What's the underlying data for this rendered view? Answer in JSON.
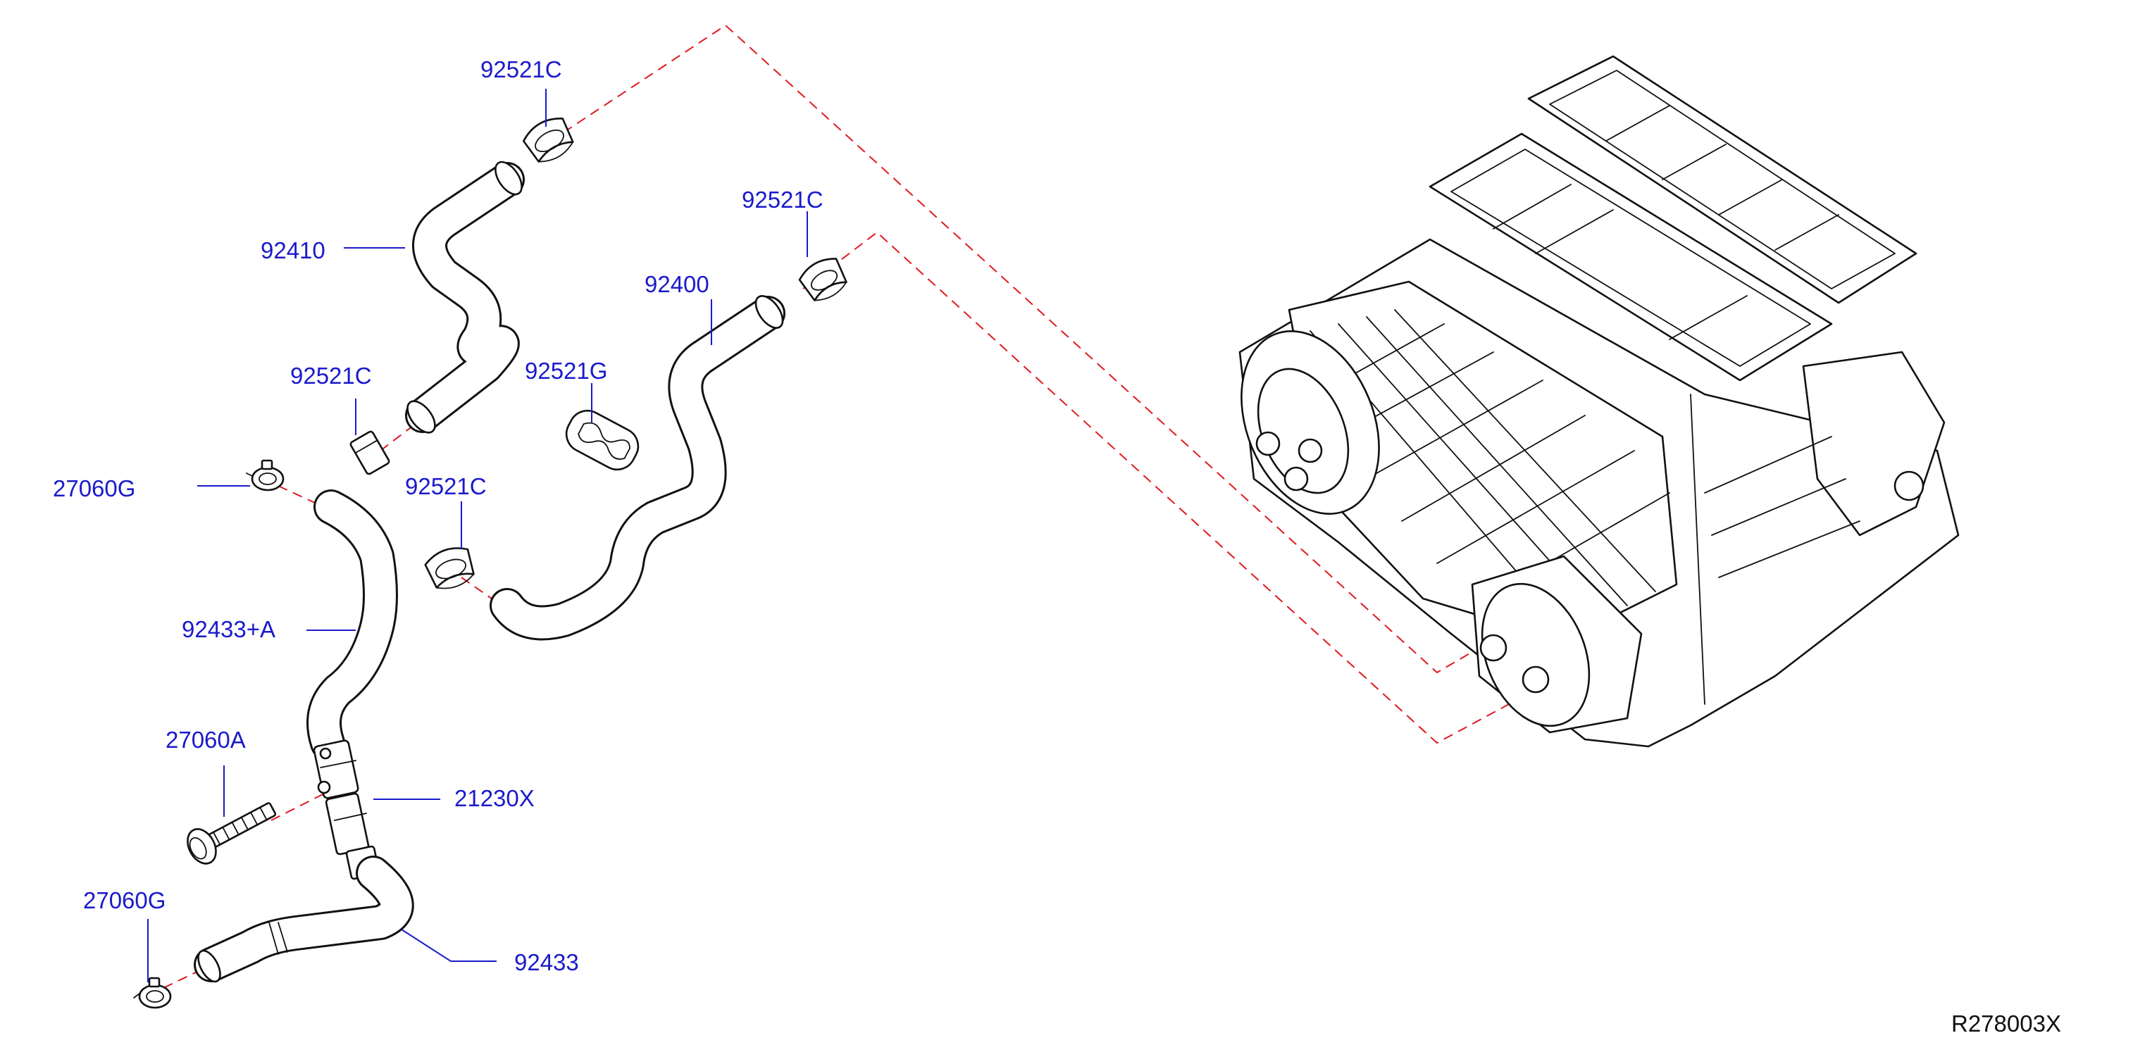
{
  "part_labels": {
    "clip_92521c_top": "92521C",
    "hose_92410": "92410",
    "clip_92521c_right": "92521C",
    "hose_92400": "92400",
    "clip_92521c_left": "92521C",
    "clamp_92521g": "92521G",
    "clamp_27060g_upper": "27060G",
    "clip_92521c_lower": "92521C",
    "hose_92433a": "92433+A",
    "bolt_27060a": "27060A",
    "valve_21230x": "21230X",
    "clamp_27060g_lower": "27060G",
    "hose_92433": "92433"
  },
  "diagram_ref": "R278003X",
  "colors": {
    "label_blue": "#1a1acc",
    "leader_red_dashed": "#e0191f",
    "line_ink": "#111111"
  }
}
